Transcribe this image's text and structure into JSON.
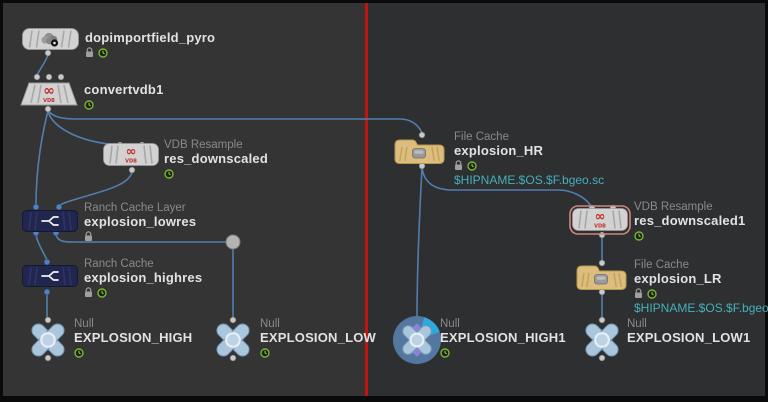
{
  "editor": {
    "description": "Houdini network editor pane split by red divider",
    "divider_color": "#c2140e",
    "wire_color": "#527ead",
    "pane_left_bg": "#343434",
    "pane_right_bg": "#2e2f31",
    "path_text_color": "#45b0bb"
  },
  "nodes": [
    {
      "name": "dopimportfield_pyro",
      "type_label": "",
      "badges": [
        "lock",
        "clock"
      ]
    },
    {
      "name": "convertvdb1",
      "type_label": "",
      "badges": [
        "clock"
      ]
    },
    {
      "name": "res_downscaled",
      "type_label": "VDB Resample",
      "badges": [
        "clock"
      ]
    },
    {
      "name": "explosion_lowres",
      "type_label": "Ranch Cache Layer",
      "badges": [
        "lock"
      ]
    },
    {
      "name": "explosion_highres",
      "type_label": "Ranch Cache",
      "badges": [
        "lock",
        "clock"
      ]
    },
    {
      "name": "EXPLOSION_HIGH",
      "type_label": "Null",
      "badges": [
        "clock"
      ]
    },
    {
      "name": "EXPLOSION_LOW",
      "type_label": "Null",
      "badges": [
        "clock"
      ]
    },
    {
      "name": "explosion_HR",
      "type_label": "File Cache",
      "badges": [
        "lock",
        "clock"
      ],
      "path": "$HIPNAME.$OS.$F.bgeo.sc"
    },
    {
      "name": "res_downscaled1",
      "type_label": "VDB Resample",
      "badges": [
        "clock"
      ],
      "selected": true
    },
    {
      "name": "explosion_LR",
      "type_label": "File Cache",
      "badges": [
        "lock",
        "clock"
      ],
      "path": "$HIPNAME.$OS.$F.bgeo.sc"
    },
    {
      "name": "EXPLOSION_HIGH1",
      "type_label": "Null",
      "badges": [
        "clock"
      ],
      "display_flag": true
    },
    {
      "name": "EXPLOSION_LOW1",
      "type_label": "Null",
      "badges": []
    }
  ]
}
